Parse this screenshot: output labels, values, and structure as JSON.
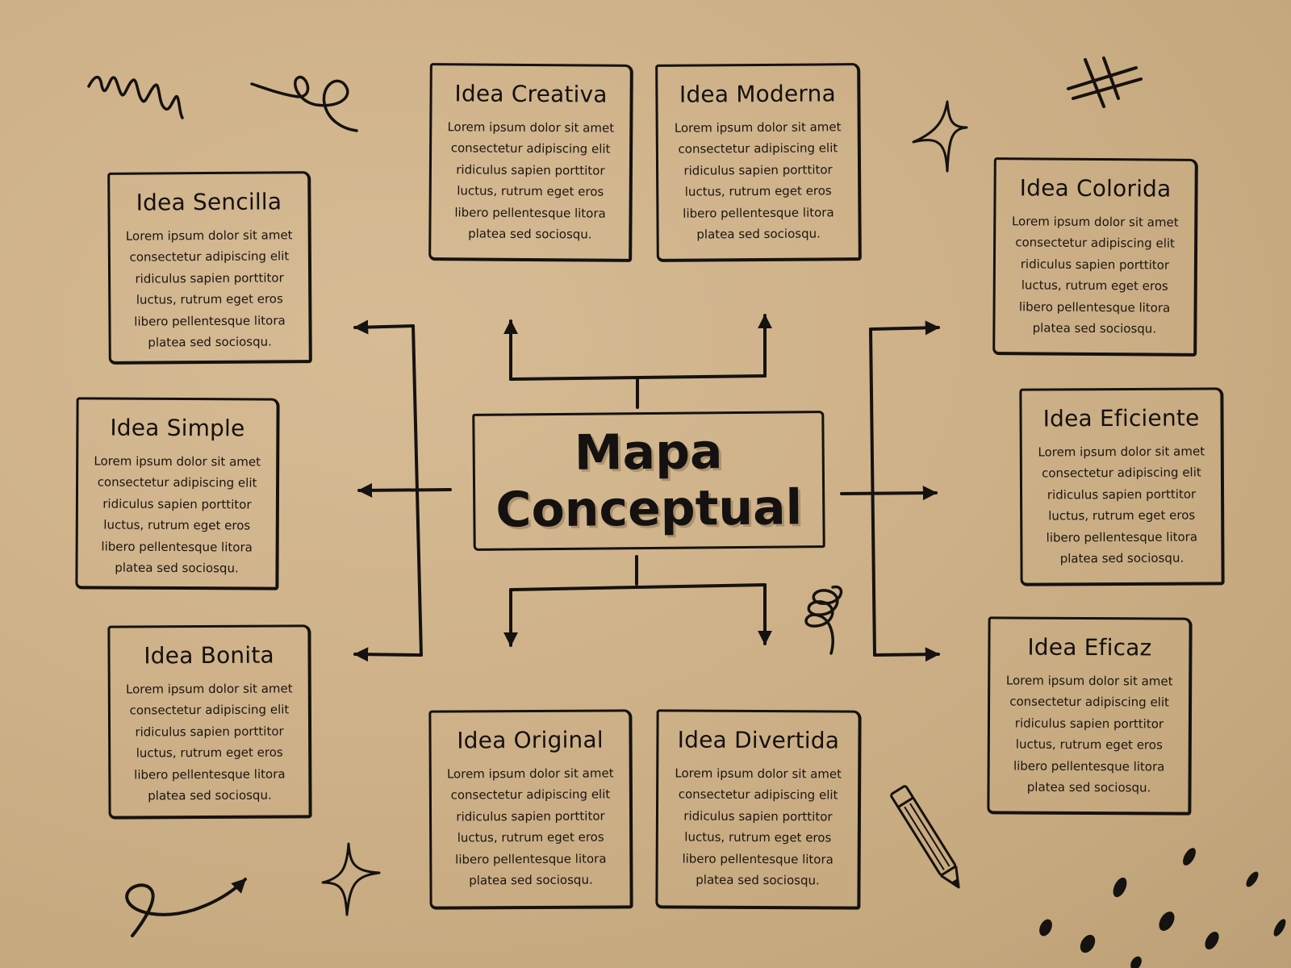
{
  "center": {
    "title": "Mapa Conceptual"
  },
  "ideas": [
    {
      "title": "Idea Sencilla",
      "body": "Lorem ipsum dolor sit amet consectetur adipiscing elit ridiculus sapien porttitor luctus, rutrum eget eros libero pellentesque litora platea sed sociosqu."
    },
    {
      "title": "Idea Simple",
      "body": "Lorem ipsum dolor sit amet consectetur adipiscing elit ridiculus sapien porttitor luctus, rutrum eget eros libero pellentesque litora platea sed sociosqu."
    },
    {
      "title": "Idea Bonita",
      "body": "Lorem ipsum dolor sit amet consectetur adipiscing elit ridiculus sapien porttitor luctus, rutrum eget eros libero pellentesque litora platea sed sociosqu."
    },
    {
      "title": "Idea Creativa",
      "body": "Lorem ipsum dolor sit amet consectetur adipiscing elit ridiculus sapien porttitor luctus, rutrum eget eros libero pellentesque litora platea sed sociosqu."
    },
    {
      "title": "Idea Moderna",
      "body": "Lorem ipsum dolor sit amet consectetur adipiscing elit ridiculus sapien porttitor luctus, rutrum eget eros libero pellentesque litora platea sed sociosqu."
    },
    {
      "title": "Idea Original",
      "body": "Lorem ipsum dolor sit amet consectetur adipiscing elit ridiculus sapien porttitor luctus, rutrum eget eros libero pellentesque litora platea sed sociosqu."
    },
    {
      "title": "Idea Divertida",
      "body": "Lorem ipsum dolor sit amet consectetur adipiscing elit ridiculus sapien porttitor luctus, rutrum eget eros libero pellentesque litora platea sed sociosqu."
    },
    {
      "title": "Idea Colorida",
      "body": "Lorem ipsum dolor sit amet consectetur adipiscing elit ridiculus sapien porttitor luctus, rutrum eget eros libero pellentesque litora platea sed sociosqu."
    },
    {
      "title": "Idea Eficiente",
      "body": "Lorem ipsum dolor sit amet consectetur adipiscing elit ridiculus sapien porttitor luctus, rutrum eget eros libero pellentesque litora platea sed sociosqu."
    },
    {
      "title": "Idea Eficaz",
      "body": "Lorem ipsum dolor sit amet consectetur adipiscing elit ridiculus sapien porttitor luctus, rutrum eget eros libero pellentesque litora platea sed sociosqu."
    }
  ],
  "colors": {
    "background": "#cfb28a",
    "ink": "#151210"
  }
}
